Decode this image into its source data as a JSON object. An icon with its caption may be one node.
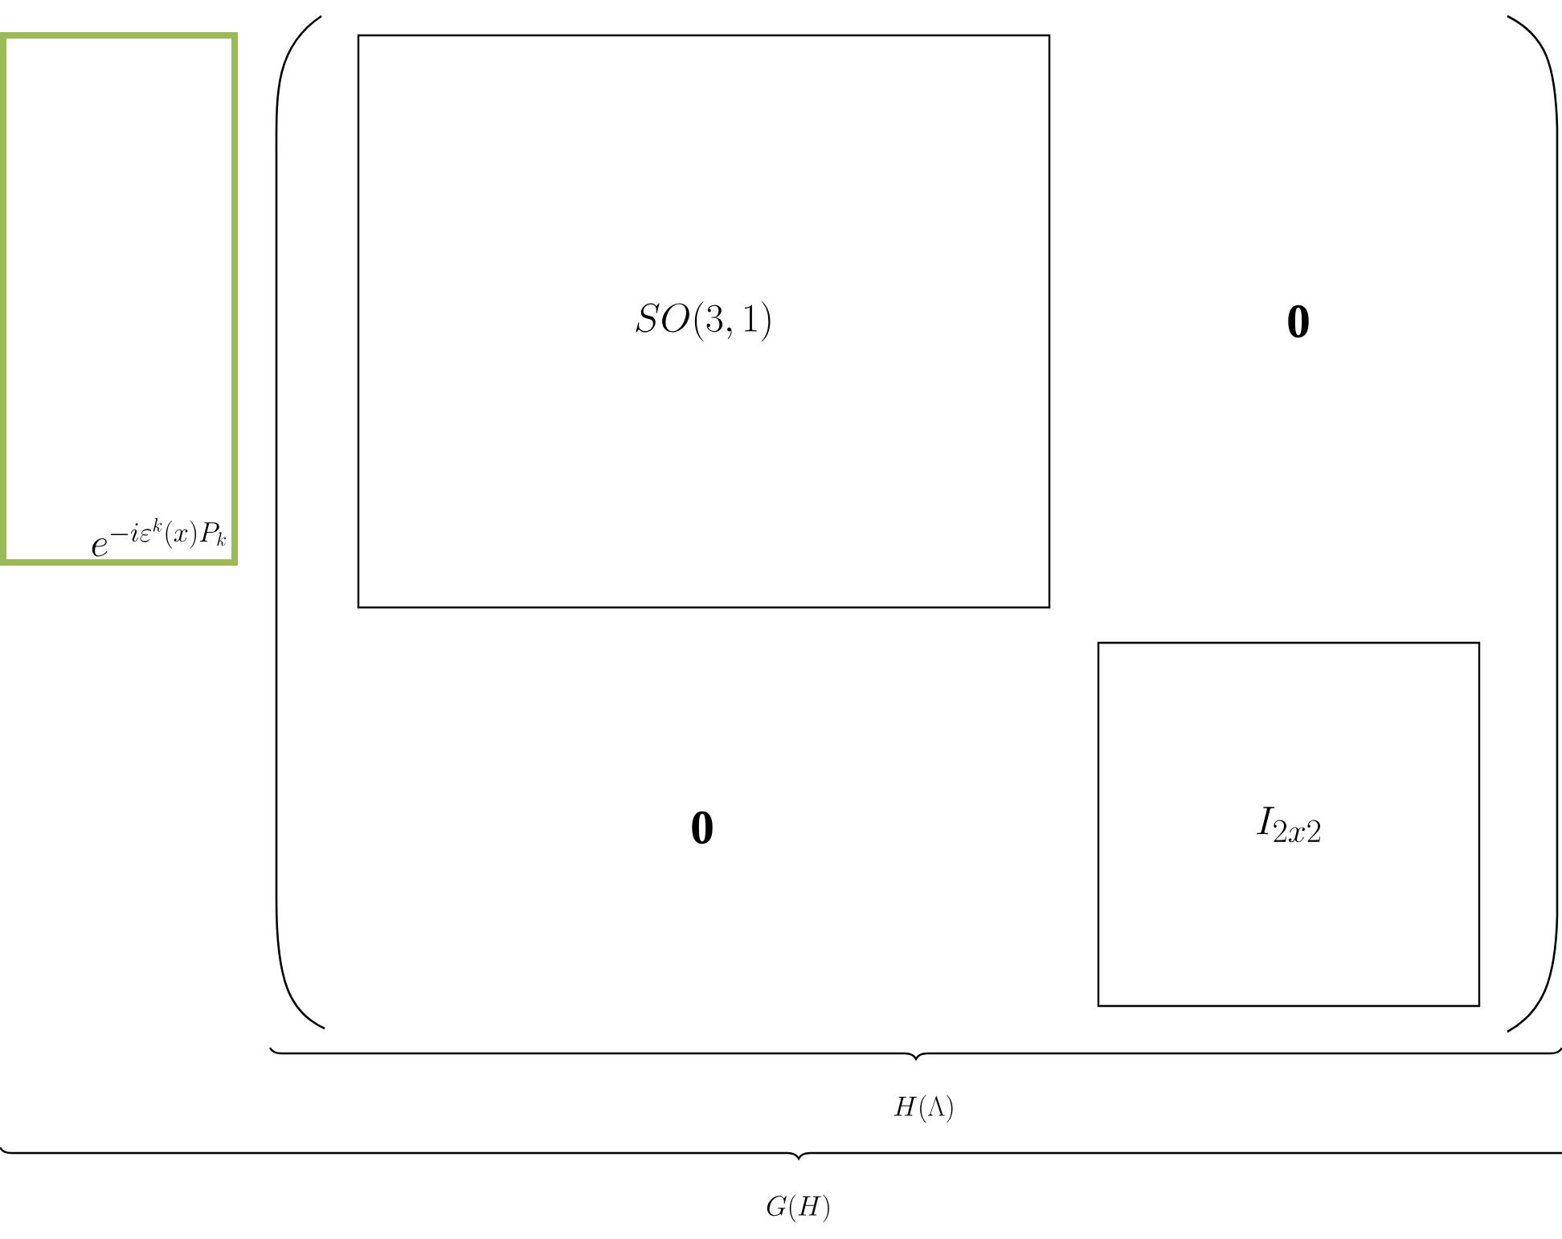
{
  "diagram": {
    "nodes": [
      {
        "text": [
          "e^{-i\\varepsilon^{k}(x)P_{k}}"
        ]
      },
      {
        "text": [
          "SO(3,1)"
        ]
      },
      {
        "text": [
          "I_{2x2}"
        ]
      }
    ],
    "labels": [
      "0",
      "0",
      "H(\\Lambda)",
      "G(H)"
    ]
  }
}
